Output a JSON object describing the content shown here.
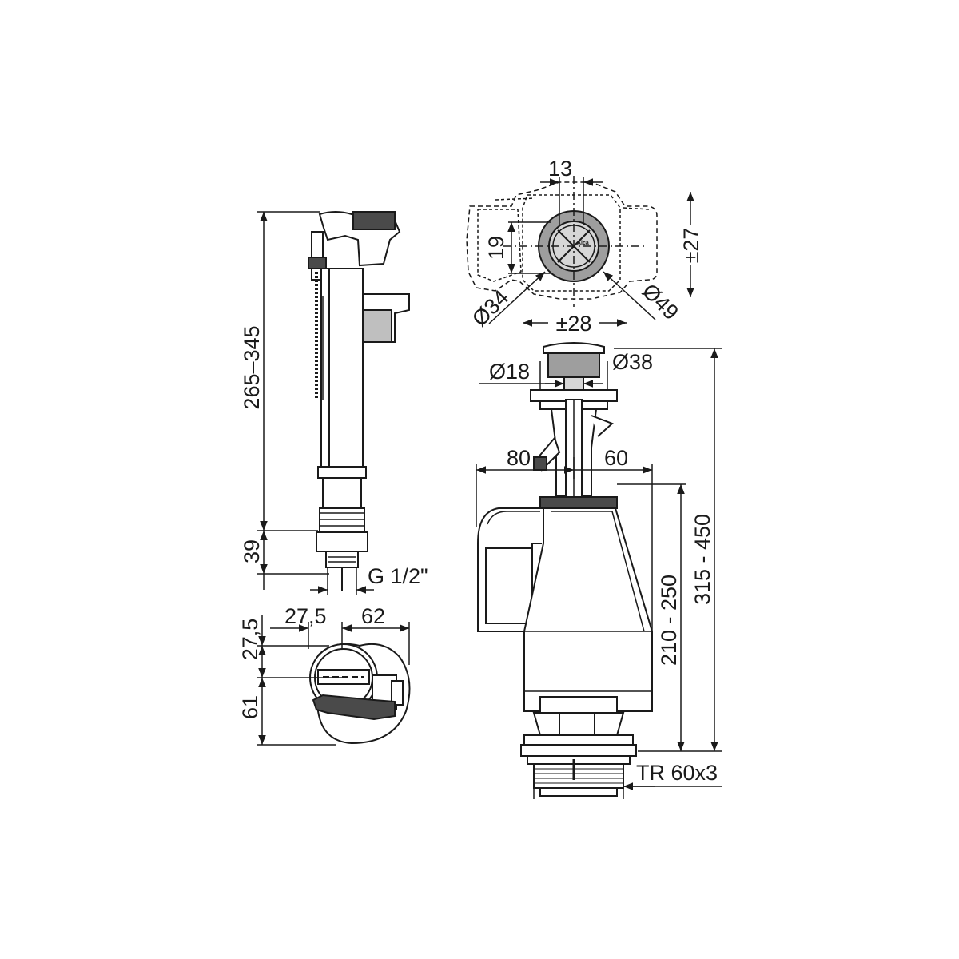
{
  "fill_valve": {
    "height": "265–345",
    "lower_height": "39",
    "thread": "G 1/2\""
  },
  "fill_valve_top_view": {
    "offset_a": "27,5",
    "width": "62",
    "depth_a": "27,5",
    "depth_b": "61"
  },
  "button_top_view": {
    "width": "13",
    "height": "19",
    "inner_diameter": "Ø34",
    "outer_diameter": "Ø49",
    "vertical_adjust": "±27",
    "horizontal_adjust": "±28",
    "brand": "Alca"
  },
  "flush_valve": {
    "stem_diameter": "Ø18",
    "button_diameter": "Ø38",
    "left_offset": "80",
    "right_offset": "60",
    "body_height": "210 - 250",
    "total_height": "315 - 450",
    "thread": "TR 60x3"
  },
  "colors": {
    "line": "#1a1a1a",
    "gray_fill": "#9e9e9e",
    "light_gray": "#d6d6d6",
    "dark_fill": "#4a4a4a"
  }
}
